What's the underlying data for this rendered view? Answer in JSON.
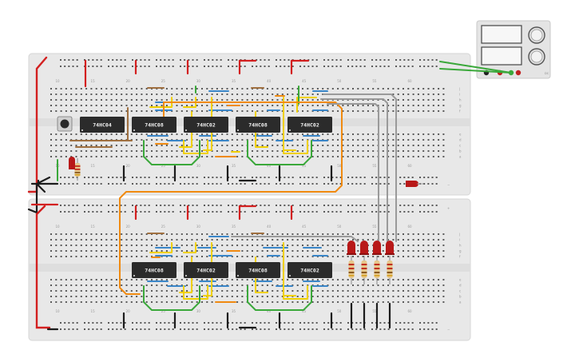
{
  "boards": [
    {
      "name": "top",
      "col_labels_top": [
        "10",
        "15",
        "20",
        "25",
        "30",
        "35",
        "40",
        "45",
        "50",
        "55",
        "60"
      ],
      "col_labels_bottom": [
        "10",
        "15",
        "20",
        "25",
        "30",
        "35",
        "40",
        "45",
        "50",
        "55",
        "60"
      ],
      "row_labels_upper": [
        "j",
        "i",
        "h",
        "g",
        "f"
      ],
      "row_labels_lower": [
        "e",
        "d",
        "c",
        "b",
        "a"
      ],
      "chips": [
        "74HC04",
        "74HC08",
        "74HC02",
        "74HC08",
        "74HC02"
      ]
    },
    {
      "name": "bottom",
      "col_labels_top": [
        "10",
        "15",
        "20",
        "25",
        "30",
        "35",
        "40",
        "45",
        "50",
        "55",
        "60"
      ],
      "col_labels_bottom": [
        "10",
        "15",
        "20",
        "25",
        "30",
        "35",
        "40",
        "45",
        "50",
        "55",
        "60"
      ],
      "row_labels_upper": [
        "j",
        "i",
        "h",
        "g",
        "f"
      ],
      "row_labels_lower": [
        "e",
        "d",
        "c",
        "b",
        "a"
      ],
      "chips": [
        "74HC08",
        "74HC02",
        "74HC08",
        "74HC02"
      ]
    }
  ],
  "rail_signs": [
    "+",
    "−",
    "+",
    "−"
  ],
  "power_supply": {
    "label": "DC"
  },
  "components": {
    "pushbutton": "pushbutton",
    "resistor": "resistor",
    "led": "red-led"
  },
  "colors": {
    "board": "#e8e8e8",
    "chip": "#2b2b2b",
    "wire_red": "#d32020",
    "wire_black": "#1c1c1c",
    "wire_yellow": "#f0d000",
    "wire_blue": "#3a86c8",
    "wire_green": "#3aa83a",
    "wire_orange": "#f08a10",
    "wire_brown": "#a07040",
    "wire_gray": "#9a9a9a",
    "led": "#b81818"
  }
}
